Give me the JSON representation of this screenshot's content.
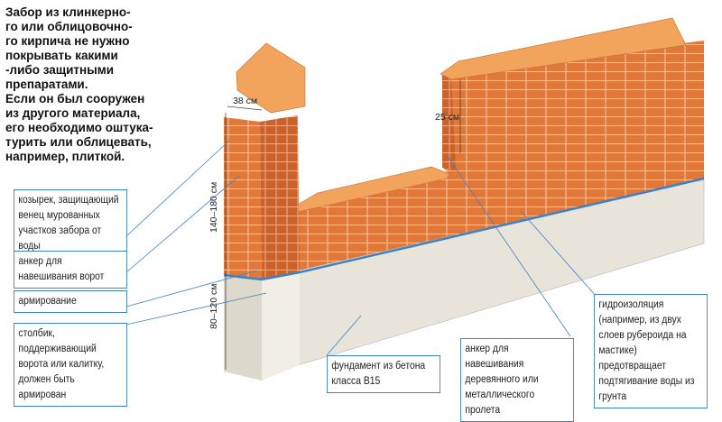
{
  "intro_lines": [
    "Забор из клинкерно-",
    "го или облицовочно-",
    "го кирпича не нужно",
    "покрывать какими",
    "-либо защитными",
    "препаратами.",
    "Если он был сооружен",
    "из другого материала,",
    "его необходимо оштука-",
    "турить или облицевать,",
    "например, плиткой."
  ],
  "dimensions": {
    "pillar_width": "38 см",
    "cap_height": "25 см",
    "brick_height": "140–180 см",
    "foundation_height": "80–120 см"
  },
  "labels": {
    "cap": "козырек, защищающий венец мурованных участков забора от воды",
    "gate_anchor": "анкер для навешивания ворот",
    "reinforcement": "армирование",
    "post": "столбик, поддерживающий ворота или калитку, должен быть армирован",
    "foundation": "фундамент из бетона класса В15",
    "span_anchor": "анкер для навешивания деревянного или металлического пролета",
    "waterproofing": "гидроизоляция (например, из двух слоев рубероида на мастике) предотвращает подтягивание воды из грунта"
  },
  "colors": {
    "brick": "#e0783a",
    "cap": "#f2a45c",
    "concrete": "#e8e4da",
    "line": "#3d82c4"
  }
}
